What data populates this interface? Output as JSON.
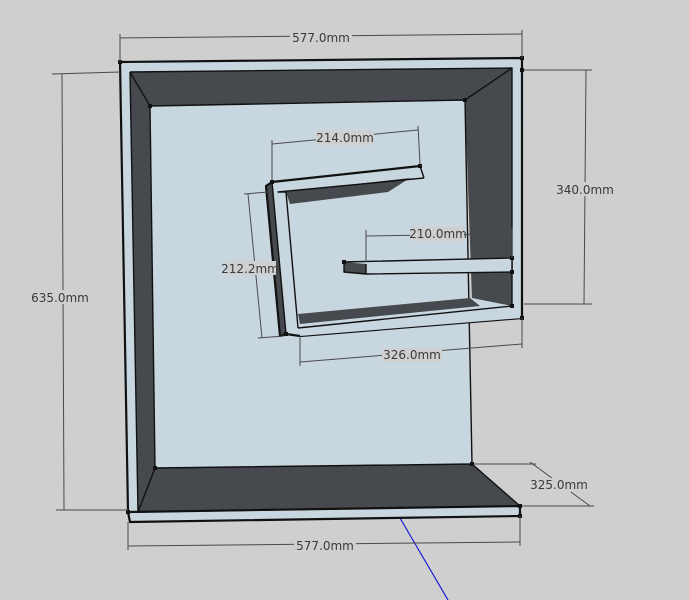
{
  "colors": {
    "background": "#cfcfcf",
    "light_face": "#c8d6e0",
    "dark_face": "#46494d",
    "edge": "#111111",
    "axis_line": "#1a1ad6"
  },
  "dimensions": {
    "top_width": "577.0mm",
    "bottom_width": "577.0mm",
    "left_height": "635.0mm",
    "right_height": "340.0mm",
    "depth": "325.0mm",
    "inner_top_width": "214.0mm",
    "inner_side_height": "212.2mm",
    "shelf_width": "210.0mm",
    "inner_bottom_width": "326.0mm"
  }
}
